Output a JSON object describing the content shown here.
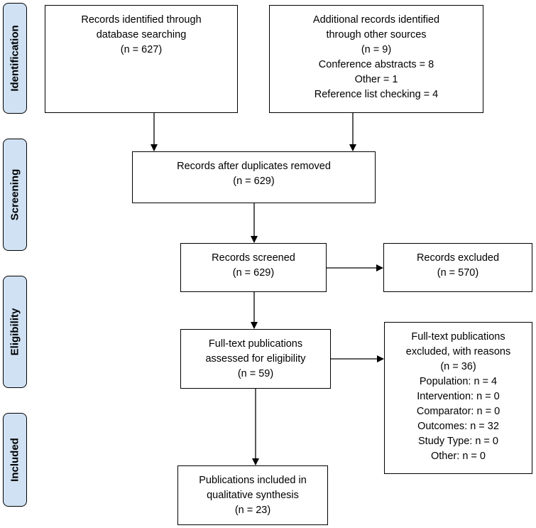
{
  "stages": {
    "identification": "Identification",
    "screening": "Screening",
    "eligibility": "Eligibility",
    "included": "Included"
  },
  "boxes": {
    "db_search": {
      "lines": [
        "Records identified through",
        "database searching",
        "(n = 627)"
      ]
    },
    "other_sources": {
      "lines": [
        "Additional records identified",
        "through other sources",
        "(n = 9)",
        "Conference abstracts = 8",
        "Other = 1",
        "Reference list checking = 4"
      ]
    },
    "after_duplicates": {
      "lines": [
        "Records after duplicates removed",
        "(n = 629)"
      ]
    },
    "screened": {
      "lines": [
        "Records screened",
        "(n = 629)"
      ]
    },
    "excluded": {
      "lines": [
        "Records excluded",
        "(n = 570)"
      ]
    },
    "fulltext_assessed": {
      "lines": [
        "Full-text publications",
        "assessed for eligibility",
        "(n = 59)"
      ]
    },
    "fulltext_excluded": {
      "lines": [
        "Full-text publications",
        "excluded, with reasons",
        "(n = 36)",
        "Population: n = 4",
        "Intervention: n = 0",
        "Comparator: n = 0",
        "Outcomes: n = 32",
        "Study Type: n = 0",
        "Other: n = 0"
      ]
    },
    "included": {
      "lines": [
        "Publications included in",
        "qualitative synthesis",
        "(n = 23)"
      ]
    }
  }
}
